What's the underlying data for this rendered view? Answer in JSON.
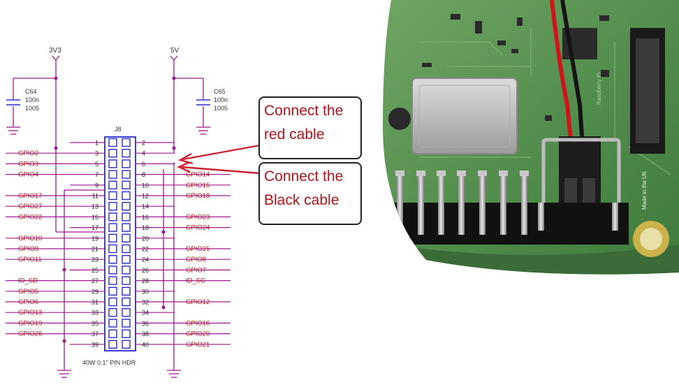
{
  "schematic": {
    "rail_left": "3V3",
    "rail_right": "5V",
    "cap_left": {
      "ref": "C64",
      "value": "100n",
      "pkg": "1005"
    },
    "cap_right": {
      "ref": "C65",
      "value": "100n",
      "pkg": "1005"
    },
    "header_ref": "J8",
    "header_caption": "40W 0.1\" PIN HDR",
    "pins_odd": [
      "1",
      "3",
      "5",
      "7",
      "9",
      "11",
      "13",
      "15",
      "17",
      "19",
      "21",
      "23",
      "25",
      "27",
      "29",
      "31",
      "33",
      "35",
      "37",
      "39"
    ],
    "pins_even": [
      "2",
      "4",
      "6",
      "8",
      "10",
      "12",
      "14",
      "16",
      "18",
      "20",
      "22",
      "24",
      "26",
      "28",
      "30",
      "32",
      "34",
      "36",
      "38",
      "40"
    ],
    "left_labels": [
      "",
      "GPIO2",
      "GPIO3",
      "GPIO4",
      "",
      "GPIO17",
      "GPIO27",
      "GPIO22",
      "",
      "GPIO10",
      "GPIO9",
      "GPIO11",
      "",
      "ID_SD",
      "GPIO5",
      "GPIO6",
      "GPIO13",
      "GPIO19",
      "GPIO26",
      ""
    ],
    "right_labels": [
      "",
      "",
      "",
      "GPIO14",
      "GPIO15",
      "GPIO18",
      "",
      "GPIO23",
      "GPIO24",
      "",
      "GPIO25",
      "GPIO8",
      "GPIO7",
      "ID_SC",
      "",
      "GPIO12",
      "",
      "GPIO16",
      "GPIO20",
      "GPIO21"
    ]
  },
  "callouts": {
    "red": {
      "line1": "Connect the",
      "line2": "red cable"
    },
    "black": {
      "line1": "Connect the",
      "line2": "Black cable"
    }
  },
  "photo": {
    "board_color": "#4f8a4a",
    "silkscreen_1": "Made in the UK",
    "silkscreen_2": "Raspberry Pi"
  },
  "colors": {
    "wire": "#cc2233",
    "net": "#a01890",
    "trace": "#7b1fa2",
    "pin_blue": "#2a2ad0",
    "callout_text": "#b0141c"
  }
}
